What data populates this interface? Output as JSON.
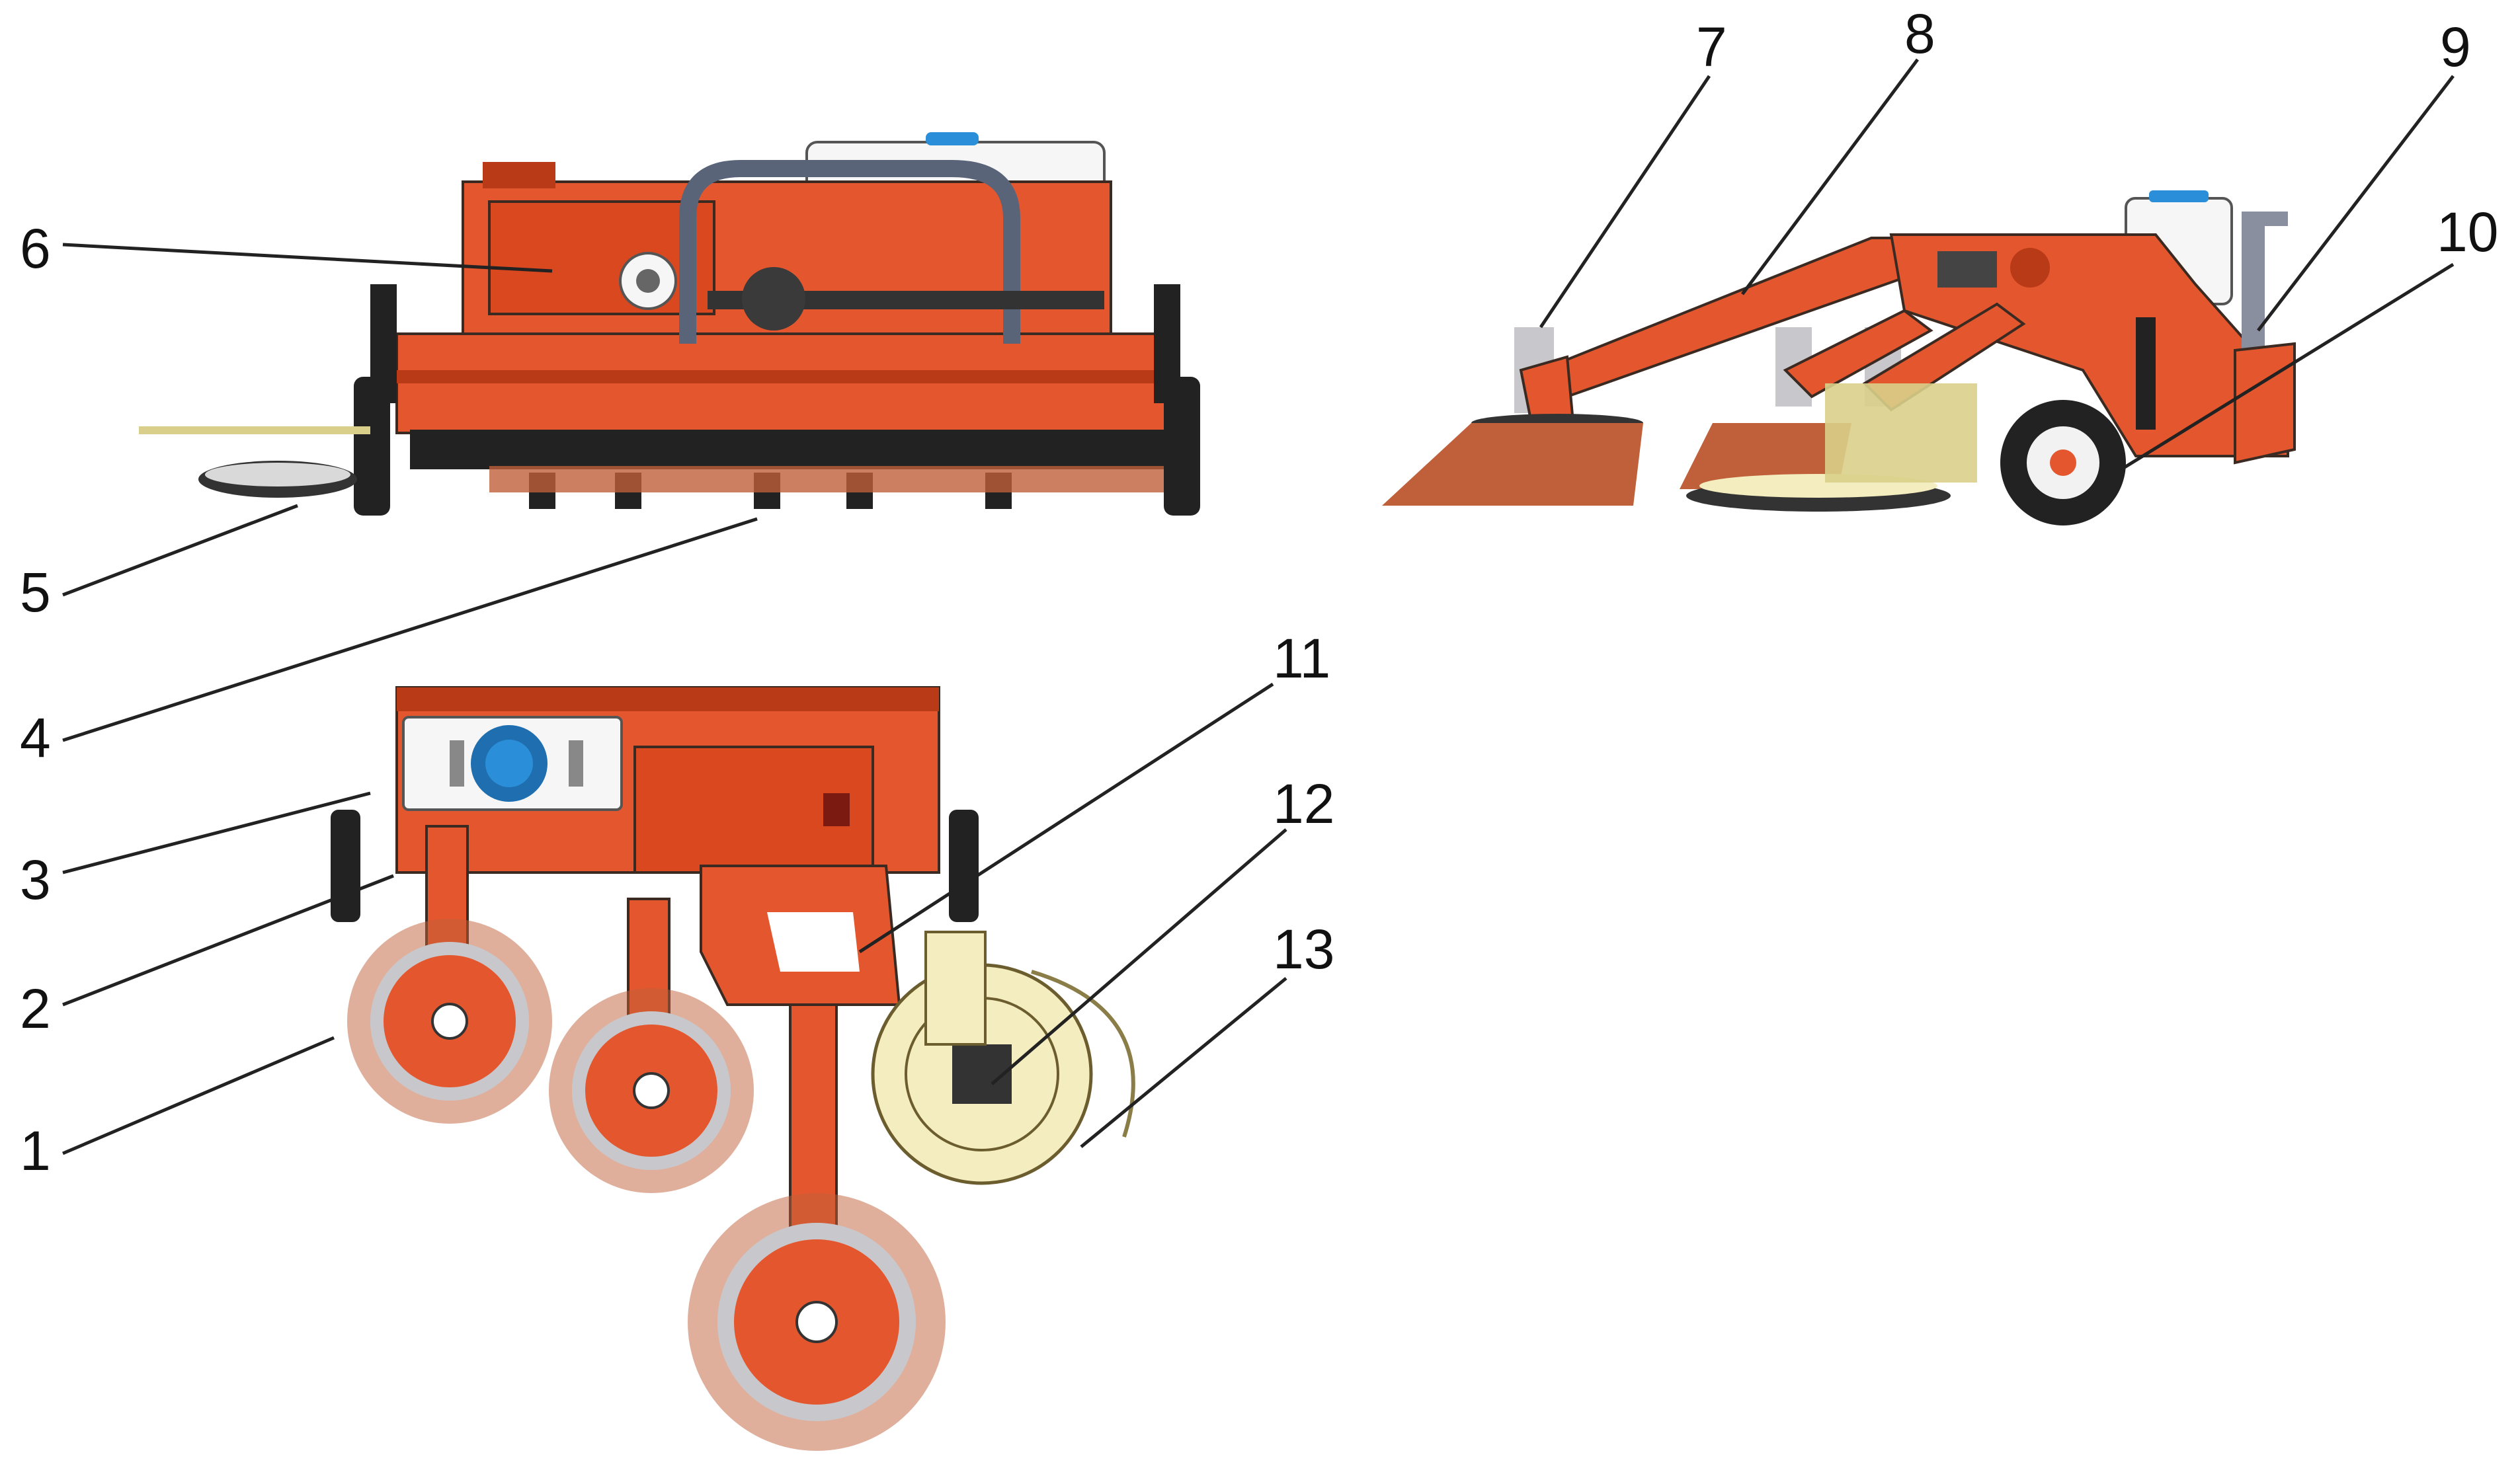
{
  "callouts": [
    "1",
    "2",
    "3",
    "4",
    "5",
    "6",
    "7",
    "8",
    "9",
    "10",
    "11",
    "12",
    "13"
  ],
  "colors": {
    "body": "#e4572e",
    "dark_body": "#b83a16",
    "tyre": "#222222",
    "tank": "#f6f6f6",
    "pump": "#2a8fd8",
    "water_brush": "#f4edbf",
    "bristle": "#c0603a"
  },
  "icons": [
    "front-view-sweeper",
    "side-view-sweeper",
    "top-view-sweeper"
  ]
}
